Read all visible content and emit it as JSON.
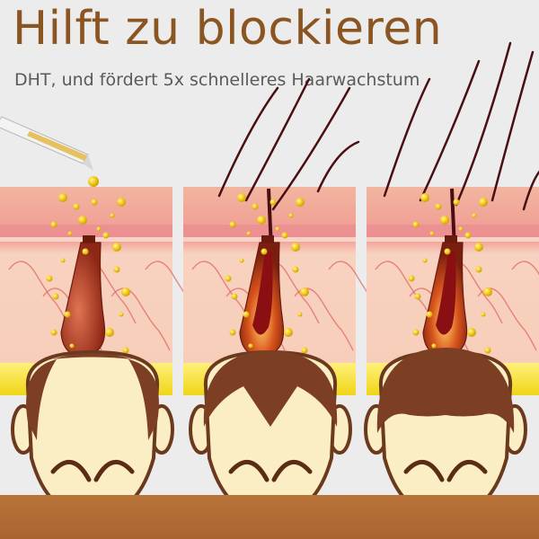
{
  "header": {
    "title": "Hilft zu blockieren",
    "subtitle": "DHT, und fördert 5x schnelleres Haarwachstum"
  },
  "colors": {
    "background": "#ececec",
    "title": "#8b5522",
    "subtitle": "#5a5a5a",
    "skin_top": "#f0b39b",
    "fat_layer": "#f5e22a",
    "serum_drops": "#f4c21a",
    "hair": "#4a0f12",
    "face": "#fbedc4",
    "hair_scalp": "#7d3f23",
    "floor": "#b36e36"
  },
  "panels": [
    {
      "stage": "before",
      "hair_strands": 0
    },
    {
      "stage": "during",
      "hair_strands": 4
    },
    {
      "stage": "after",
      "hair_strands": 5
    }
  ],
  "icons": [
    "dropper-icon",
    "serum-drop-icon",
    "hair-follicle-icon",
    "head-icon"
  ]
}
